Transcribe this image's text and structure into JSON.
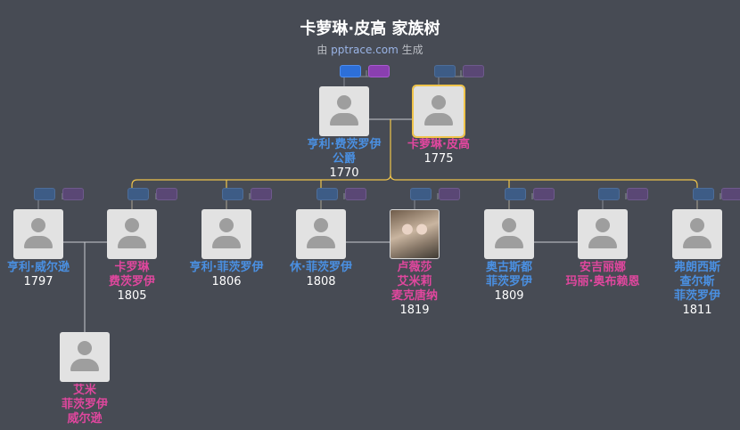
{
  "header": {
    "title": "卡萝琳·皮高 家族树",
    "subtitle_prefix": "由",
    "subtitle_brand": "pptrace.com",
    "subtitle_suffix": "生成"
  },
  "people": [
    {
      "id": "henry_sr",
      "gender": "m",
      "name_lines": [
        "亨利·费茨罗伊",
        "公爵"
      ],
      "year": "1770",
      "selected": false
    },
    {
      "id": "caroline_pigot",
      "gender": "f",
      "name_lines": [
        "卡萝琳·皮高"
      ],
      "year": "1775",
      "selected": true
    },
    {
      "id": "henry_wilson",
      "gender": "m",
      "name_lines": [
        "亨利·威尔逊"
      ],
      "year": "1797",
      "selected": false
    },
    {
      "id": "caroline_fitzroy",
      "gender": "f",
      "name_lines": [
        "卡罗琳",
        "费茨罗伊"
      ],
      "year": "1805",
      "selected": false
    },
    {
      "id": "henry_fitzroy",
      "gender": "m",
      "name_lines": [
        "亨利·菲茨罗伊"
      ],
      "year": "1806",
      "selected": false
    },
    {
      "id": "hugh_fitzroy",
      "gender": "m",
      "name_lines": [
        "休·菲茨罗伊"
      ],
      "year": "1808",
      "selected": false
    },
    {
      "id": "lavinia",
      "gender": "f",
      "name_lines": [
        "卢薇莎",
        "艾米莉",
        "麦克唐纳"
      ],
      "year": "1819",
      "selected": false,
      "photo": true
    },
    {
      "id": "augustus",
      "gender": "m",
      "name_lines": [
        "奥古斯都",
        "菲茨罗伊"
      ],
      "year": "1809",
      "selected": false
    },
    {
      "id": "angelina",
      "gender": "f",
      "name_lines": [
        "安吉丽娜",
        "玛丽·奥布赖恩"
      ],
      "year": "",
      "selected": false
    },
    {
      "id": "frederick",
      "gender": "m",
      "name_lines": [
        "弗朗西斯",
        "查尔斯",
        "菲茨罗伊"
      ],
      "year": "1811",
      "selected": false
    },
    {
      "id": "amy",
      "gender": "f",
      "name_lines": [
        "艾米",
        "菲茨罗伊",
        "威尔逊"
      ],
      "year": "",
      "selected": false
    }
  ]
}
